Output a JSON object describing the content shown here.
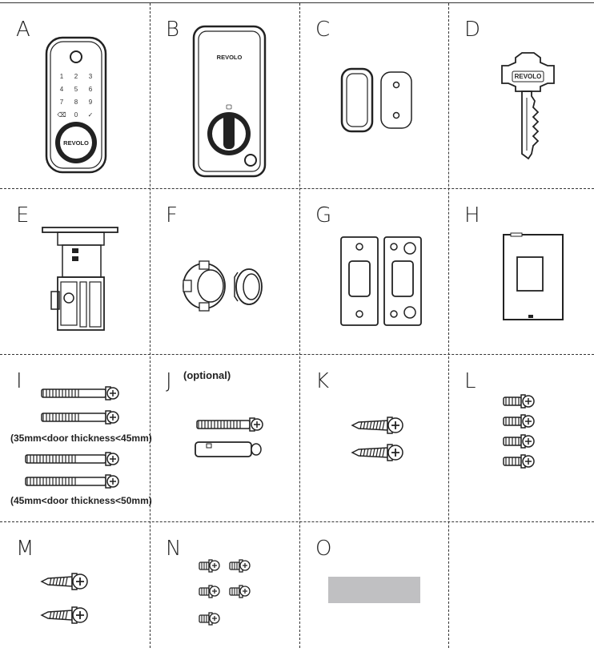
{
  "parts": [
    {
      "letter": "A"
    },
    {
      "letter": "B"
    },
    {
      "letter": "C"
    },
    {
      "letter": "D"
    },
    {
      "letter": "E"
    },
    {
      "letter": "F"
    },
    {
      "letter": "G"
    },
    {
      "letter": "H"
    },
    {
      "letter": "I",
      "notes": [
        "(35mm<door thickness<45mm)",
        "(45mm<door thickness<50mm)"
      ]
    },
    {
      "letter": "J",
      "note": "(optional)"
    },
    {
      "letter": "K"
    },
    {
      "letter": "L"
    },
    {
      "letter": "M"
    },
    {
      "letter": "N"
    },
    {
      "letter": "O"
    }
  ],
  "brand": "REVOLO",
  "keypad": [
    "1",
    "2",
    "3",
    "4",
    "5",
    "6",
    "7",
    "8",
    "9",
    "⌫",
    "0",
    "✓"
  ],
  "icon_names": [
    "front-keypad-lock",
    "rear-lock-assembly",
    "sensor-and-plate",
    "key",
    "latch-bolt",
    "plastic-grommets",
    "strike-plates",
    "battery-cover-plate",
    "long-bolts",
    "optional-bolt-and-sleeve",
    "wood-screws",
    "short-screws",
    "strike-screws",
    "small-machine-screws",
    "adhesive-pad"
  ]
}
